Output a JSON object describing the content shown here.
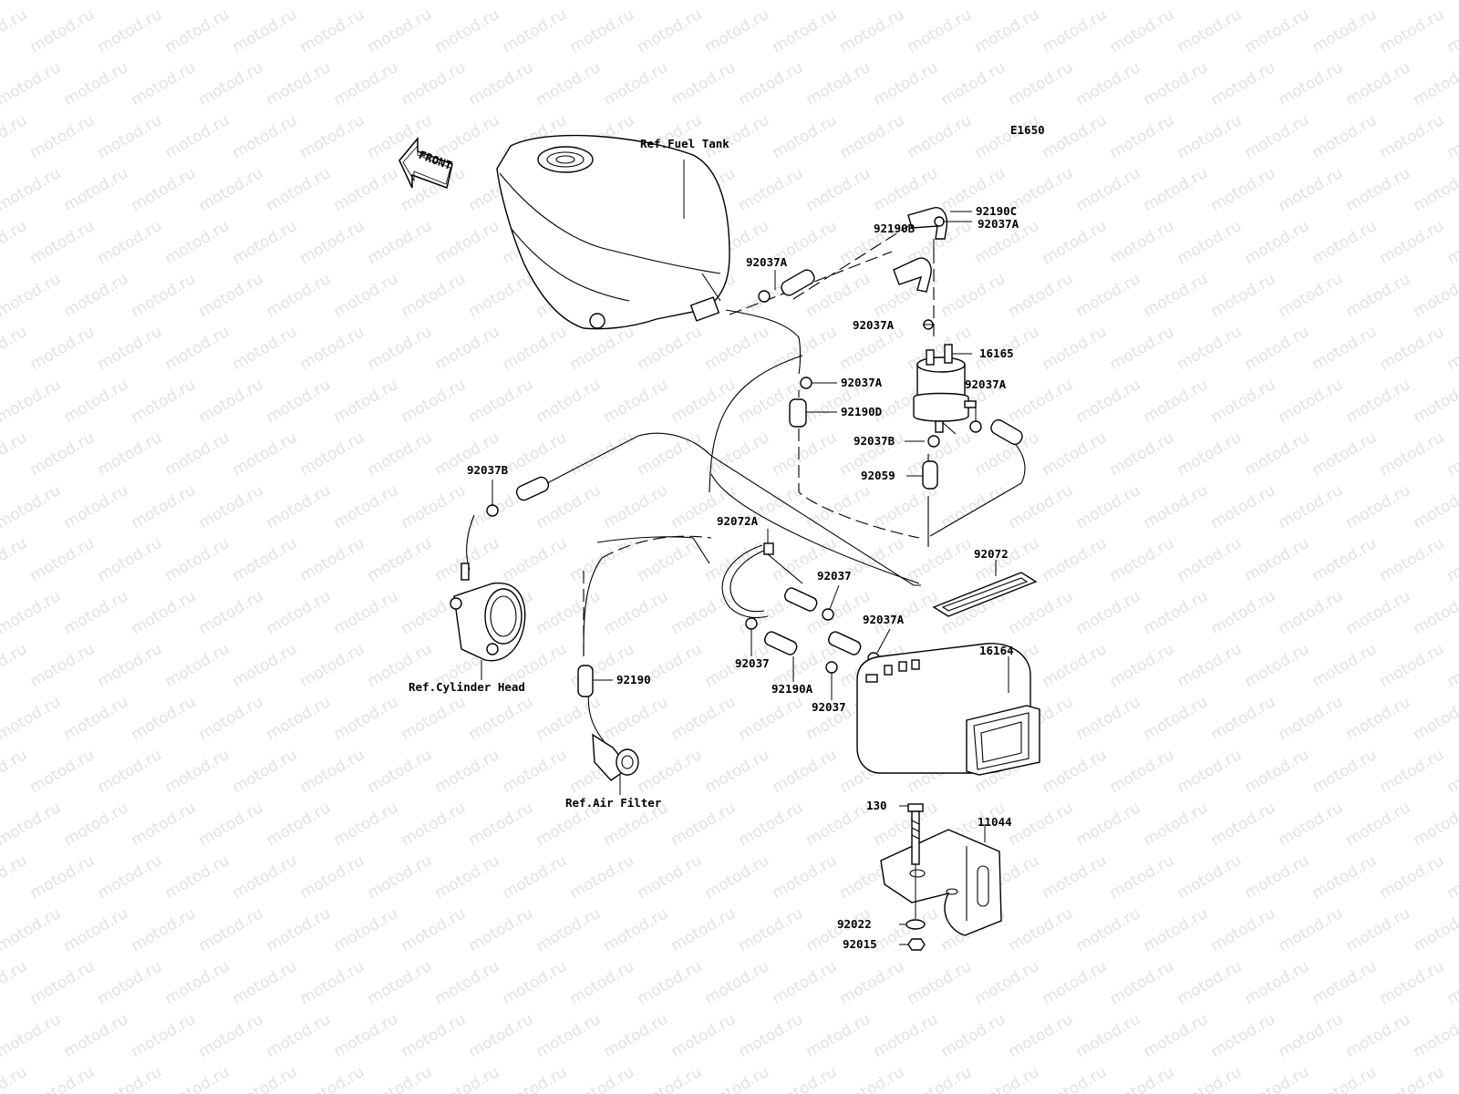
{
  "diagram": {
    "code": "E1650",
    "front_label": "FRONT",
    "watermark": "motod.ru",
    "reference_labels": {
      "fuel_tank": "Ref.Fuel Tank",
      "cylinder_head": "Ref.Cylinder Head",
      "air_filter": "Ref.Air Filter"
    },
    "part_labels": [
      "92190C",
      "92037A",
      "92190B",
      "92037A",
      "92037A",
      "16165",
      "92037A",
      "92037A",
      "92190D",
      "92037B",
      "92059",
      "92037B",
      "92072A",
      "92072",
      "92037",
      "92037A",
      "16164",
      "92037",
      "92190A",
      "92037",
      "92190",
      "130",
      "11044",
      "92022",
      "92015"
    ]
  }
}
